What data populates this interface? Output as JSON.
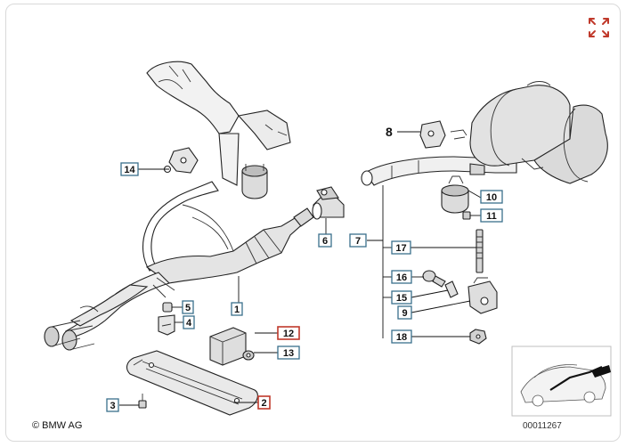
{
  "diagram": {
    "copyright": "© BMW AG",
    "image_number": "00011267",
    "plain_labels": [
      {
        "id": "8",
        "text": "8"
      }
    ],
    "callouts": [
      {
        "id": "14",
        "text": "14",
        "highlight": false
      },
      {
        "id": "6",
        "text": "6",
        "highlight": false
      },
      {
        "id": "7",
        "text": "7",
        "highlight": false
      },
      {
        "id": "10",
        "text": "10",
        "highlight": false
      },
      {
        "id": "11",
        "text": "11",
        "highlight": false
      },
      {
        "id": "17",
        "text": "17",
        "highlight": false
      },
      {
        "id": "16",
        "text": "16",
        "highlight": false
      },
      {
        "id": "15",
        "text": "15",
        "highlight": false
      },
      {
        "id": "9",
        "text": "9",
        "highlight": false
      },
      {
        "id": "18",
        "text": "18",
        "highlight": false
      },
      {
        "id": "5",
        "text": "5",
        "highlight": false
      },
      {
        "id": "4",
        "text": "4",
        "highlight": false
      },
      {
        "id": "1",
        "text": "1",
        "highlight": false
      },
      {
        "id": "12",
        "text": "12",
        "highlight": true
      },
      {
        "id": "13",
        "text": "13",
        "highlight": false
      },
      {
        "id": "3",
        "text": "3",
        "highlight": false
      },
      {
        "id": "2",
        "text": "2",
        "highlight": true
      }
    ],
    "icons": {
      "expand": "expand-arrows-icon",
      "thumbnail": "car-location-thumbnail"
    },
    "colors": {
      "callout_border": "#3a6f8c",
      "highlight_border": "#c0392b",
      "expand_icon": "#c0392b"
    }
  }
}
